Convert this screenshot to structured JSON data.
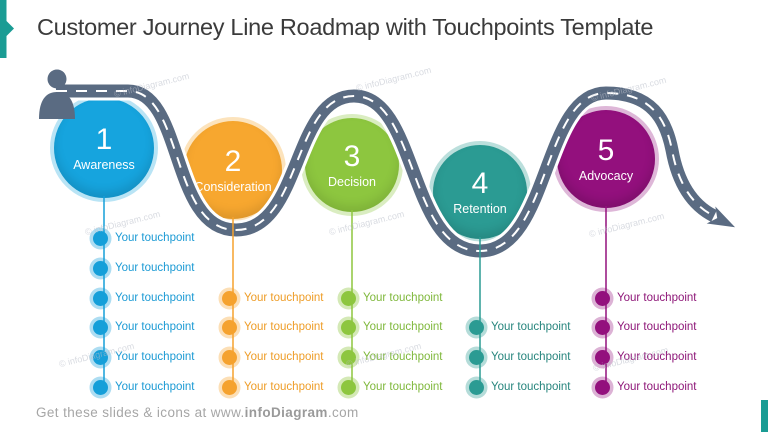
{
  "slide": {
    "title": "Customer Journey Line Roadmap with Touchpoints Template",
    "watermark": "© infoDiagram.com",
    "footer": {
      "prefix": "Get these slides & icons at www.",
      "brand": "infoDiagram",
      "suffix": ".com"
    },
    "accent_color": "#1A9C94",
    "road_color": "#5A6B82"
  },
  "stages": [
    {
      "number": "1",
      "label": "Awareness",
      "color": "#16A4DE",
      "touchpoints": [
        "Your touchpoint",
        "Your touchpoint",
        "Your touchpoint",
        "Your touchpoint",
        "Your touchpoint",
        "Your touchpoint"
      ]
    },
    {
      "number": "2",
      "label": "Consideration",
      "color": "#F7A72F",
      "touchpoints": [
        "Your touchpoint",
        "Your touchpoint",
        "Your touchpoint",
        "Your touchpoint"
      ]
    },
    {
      "number": "3",
      "label": "Decision",
      "color": "#8DC63F",
      "touchpoints": [
        "Your touchpoint",
        "Your touchpoint",
        "Your touchpoint",
        "Your touchpoint"
      ]
    },
    {
      "number": "4",
      "label": "Retention",
      "color": "#2B9B93",
      "touchpoints": [
        "Your touchpoint",
        "Your touchpoint",
        "Your touchpoint"
      ]
    },
    {
      "number": "5",
      "label": "Advocacy",
      "color": "#93107D",
      "touchpoints": [
        "Your touchpoint",
        "Your touchpoint",
        "Your touchpoint",
        "Your touchpoint"
      ]
    }
  ]
}
